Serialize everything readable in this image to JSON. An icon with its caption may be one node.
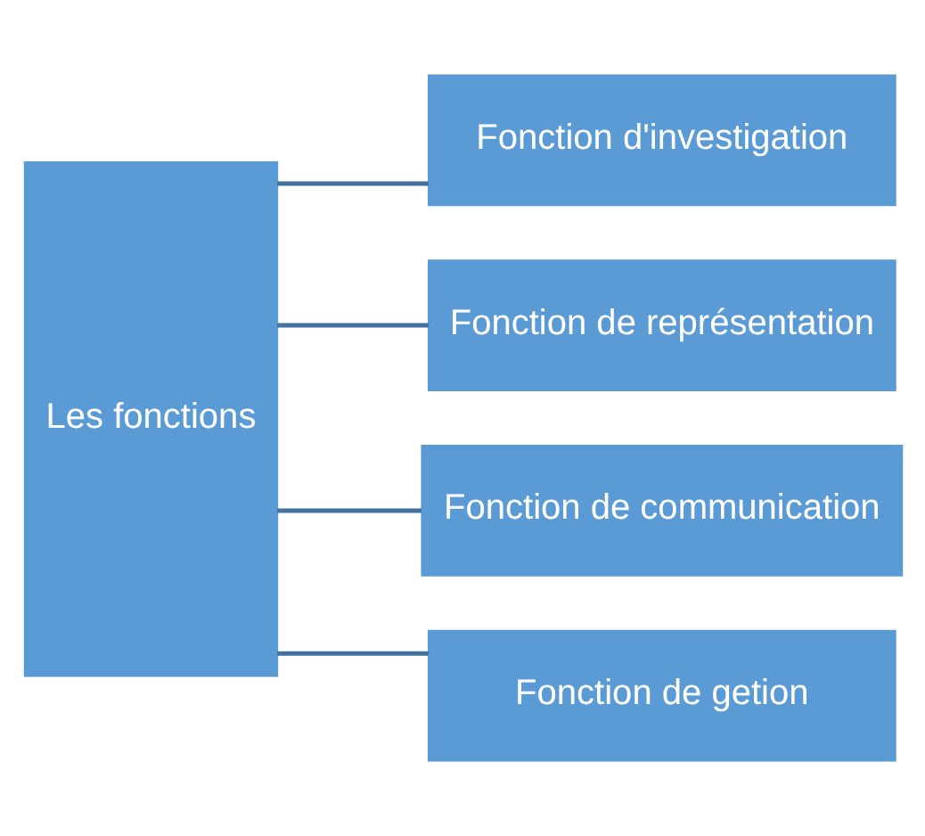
{
  "diagram": {
    "nodes": [
      {
        "text": [
          "Les fonctions"
        ]
      },
      {
        "text": [
          "Fonction d'investigation"
        ]
      },
      {
        "text": [
          "Fonction de représentation"
        ]
      },
      {
        "text": [
          "Fonction de communication"
        ]
      },
      {
        "text": [
          "Fonction de getion"
        ]
      }
    ],
    "edges": [
      {
        "from": 0,
        "to": 1,
        "arrow": "none"
      },
      {
        "from": 0,
        "to": 2,
        "arrow": "none"
      },
      {
        "from": 0,
        "to": 3,
        "arrow": "none"
      },
      {
        "from": 0,
        "to": 4,
        "arrow": "none"
      }
    ]
  }
}
